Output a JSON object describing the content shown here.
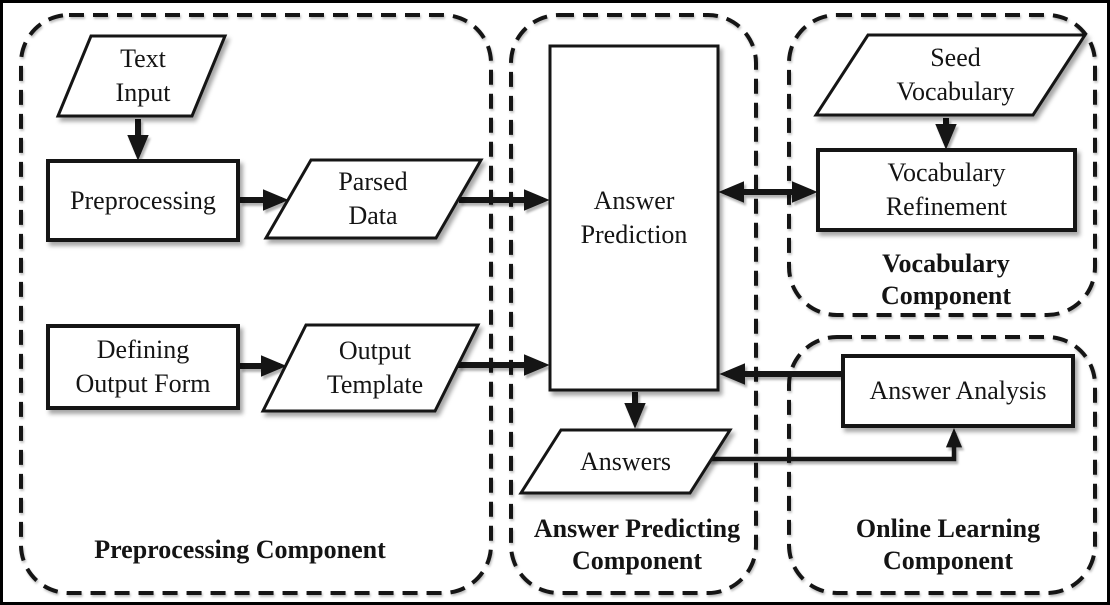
{
  "colors": {
    "ink": "#151515",
    "background": "#ffffff"
  },
  "components": {
    "preprocessing": {
      "label": "Preprocessing Component"
    },
    "answer_predicting": {
      "label": "Answer Predicting\nComponent"
    },
    "vocabulary": {
      "label": "Vocabulary\nComponent"
    },
    "online_learning": {
      "label": "Online Learning\nComponent"
    }
  },
  "nodes": {
    "text_input": {
      "label": "Text\nInput",
      "shape": "parallelogram",
      "component": "preprocessing"
    },
    "preprocessing": {
      "label": "Preprocessing",
      "shape": "rectangle",
      "component": "preprocessing"
    },
    "parsed_data": {
      "label": "Parsed\nData",
      "shape": "parallelogram",
      "component": "preprocessing"
    },
    "defining_output_form": {
      "label": "Defining\nOutput Form",
      "shape": "rectangle",
      "component": "preprocessing"
    },
    "output_template": {
      "label": "Output\nTemplate",
      "shape": "parallelogram",
      "component": "preprocessing"
    },
    "answer_prediction": {
      "label": "Answer\nPrediction",
      "shape": "rectangle",
      "component": "answer_predicting"
    },
    "answers": {
      "label": "Answers",
      "shape": "parallelogram",
      "component": "answer_predicting"
    },
    "seed_vocabulary": {
      "label": "Seed\nVocabulary",
      "shape": "parallelogram",
      "component": "vocabulary"
    },
    "vocabulary_refinement": {
      "label": "Vocabulary\nRefinement",
      "shape": "rectangle",
      "component": "vocabulary"
    },
    "answer_analysis": {
      "label": "Answer Analysis",
      "shape": "rectangle",
      "component": "online_learning"
    }
  },
  "edges": [
    {
      "from": "Text Input",
      "to": "Preprocessing",
      "type": "arrow"
    },
    {
      "from": "Preprocessing",
      "to": "Parsed Data",
      "type": "arrow"
    },
    {
      "from": "Parsed Data",
      "to": "Answer Prediction",
      "type": "arrow"
    },
    {
      "from": "Defining Output Form",
      "to": "Output Template",
      "type": "arrow"
    },
    {
      "from": "Output Template",
      "to": "Answer Prediction",
      "type": "arrow"
    },
    {
      "from": "Answer Prediction",
      "to": "Vocabulary Refinement",
      "type": "double-arrow"
    },
    {
      "from": "Seed Vocabulary",
      "to": "Vocabulary Refinement",
      "type": "arrow"
    },
    {
      "from": "Answer Prediction",
      "to": "Answers",
      "type": "arrow"
    },
    {
      "from": "Answers",
      "to": "Answer Analysis",
      "type": "arrow"
    },
    {
      "from": "Answer Analysis",
      "to": "Answer Prediction",
      "type": "arrow"
    }
  ]
}
